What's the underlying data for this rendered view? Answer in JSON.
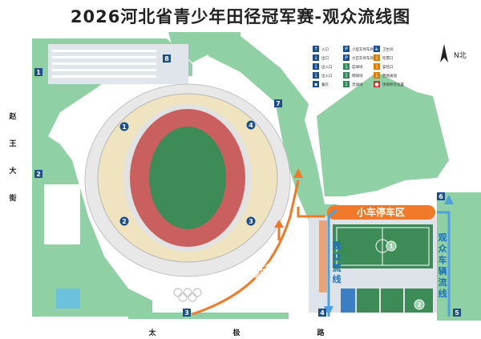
{
  "title": "2026河北省青少年田径冠军赛-观众流线图",
  "compass": "N北",
  "streets": {
    "west": [
      "赵",
      "王",
      "大",
      "街"
    ],
    "south": [
      "太",
      "极",
      "路"
    ]
  },
  "labels": {
    "small_parking": "小车停车区",
    "audience_flow": "观众流线",
    "vehicle_flow": [
      "观",
      "众",
      "车",
      "辆",
      "流",
      "线"
    ],
    "walk_flow": [
      "观",
      "众",
      "流",
      "线"
    ],
    "pedestrian_path": "观众步行路线"
  },
  "gate_numbers": [
    "1",
    "2",
    "3",
    "4",
    "5",
    "6",
    "7",
    "8"
  ],
  "stand_numbers": [
    "1",
    "2",
    "3",
    "4"
  ],
  "field_numbers": [
    "1",
    "2"
  ],
  "legend": [
    {
      "glyph": "↑",
      "color": "#1a4f8c",
      "text": "入口"
    },
    {
      "glyph": "↓",
      "color": "#1a4f8c",
      "text": "出口"
    },
    {
      "glyph": "1",
      "color": "#1a4f8c",
      "text": "出入口"
    },
    {
      "glyph": "1",
      "color": "#1a4f8c",
      "text": "出入口"
    },
    {
      "glyph": "▪",
      "color": "#1a4f8c",
      "text": "餐饮"
    },
    {
      "glyph": "P",
      "color": "#1a4f8c",
      "text": "小型车停车场"
    },
    {
      "glyph": "P",
      "color": "#1a4f8c",
      "text": "大巴车停车场"
    },
    {
      "glyph": "1",
      "color": "#2e8b57",
      "text": "篮球场"
    },
    {
      "glyph": "1",
      "color": "#2e8b57",
      "text": "网球场"
    },
    {
      "glyph": "1",
      "color": "#2e8b57",
      "text": "足球场"
    },
    {
      "glyph": "♿",
      "color": "#1a4f8c",
      "text": "卫生间"
    },
    {
      "glyph": "1",
      "color": "#e07a00",
      "text": "检票口"
    },
    {
      "glyph": "1",
      "color": "#e07a00",
      "text": "安检口"
    },
    {
      "glyph": "1",
      "color": "#e07a00",
      "text": "西侧通道"
    },
    {
      "glyph": "●",
      "color": "#d03030",
      "text": "项目所在位置"
    }
  ],
  "colors": {
    "green": "#8fd0a4",
    "track": "#c9605f",
    "pitch": "#3d8b57",
    "stand": "#efe4bf",
    "orange": "#f07a2a",
    "blue": "#4fa0e0",
    "navy": "#1a4f8c"
  }
}
